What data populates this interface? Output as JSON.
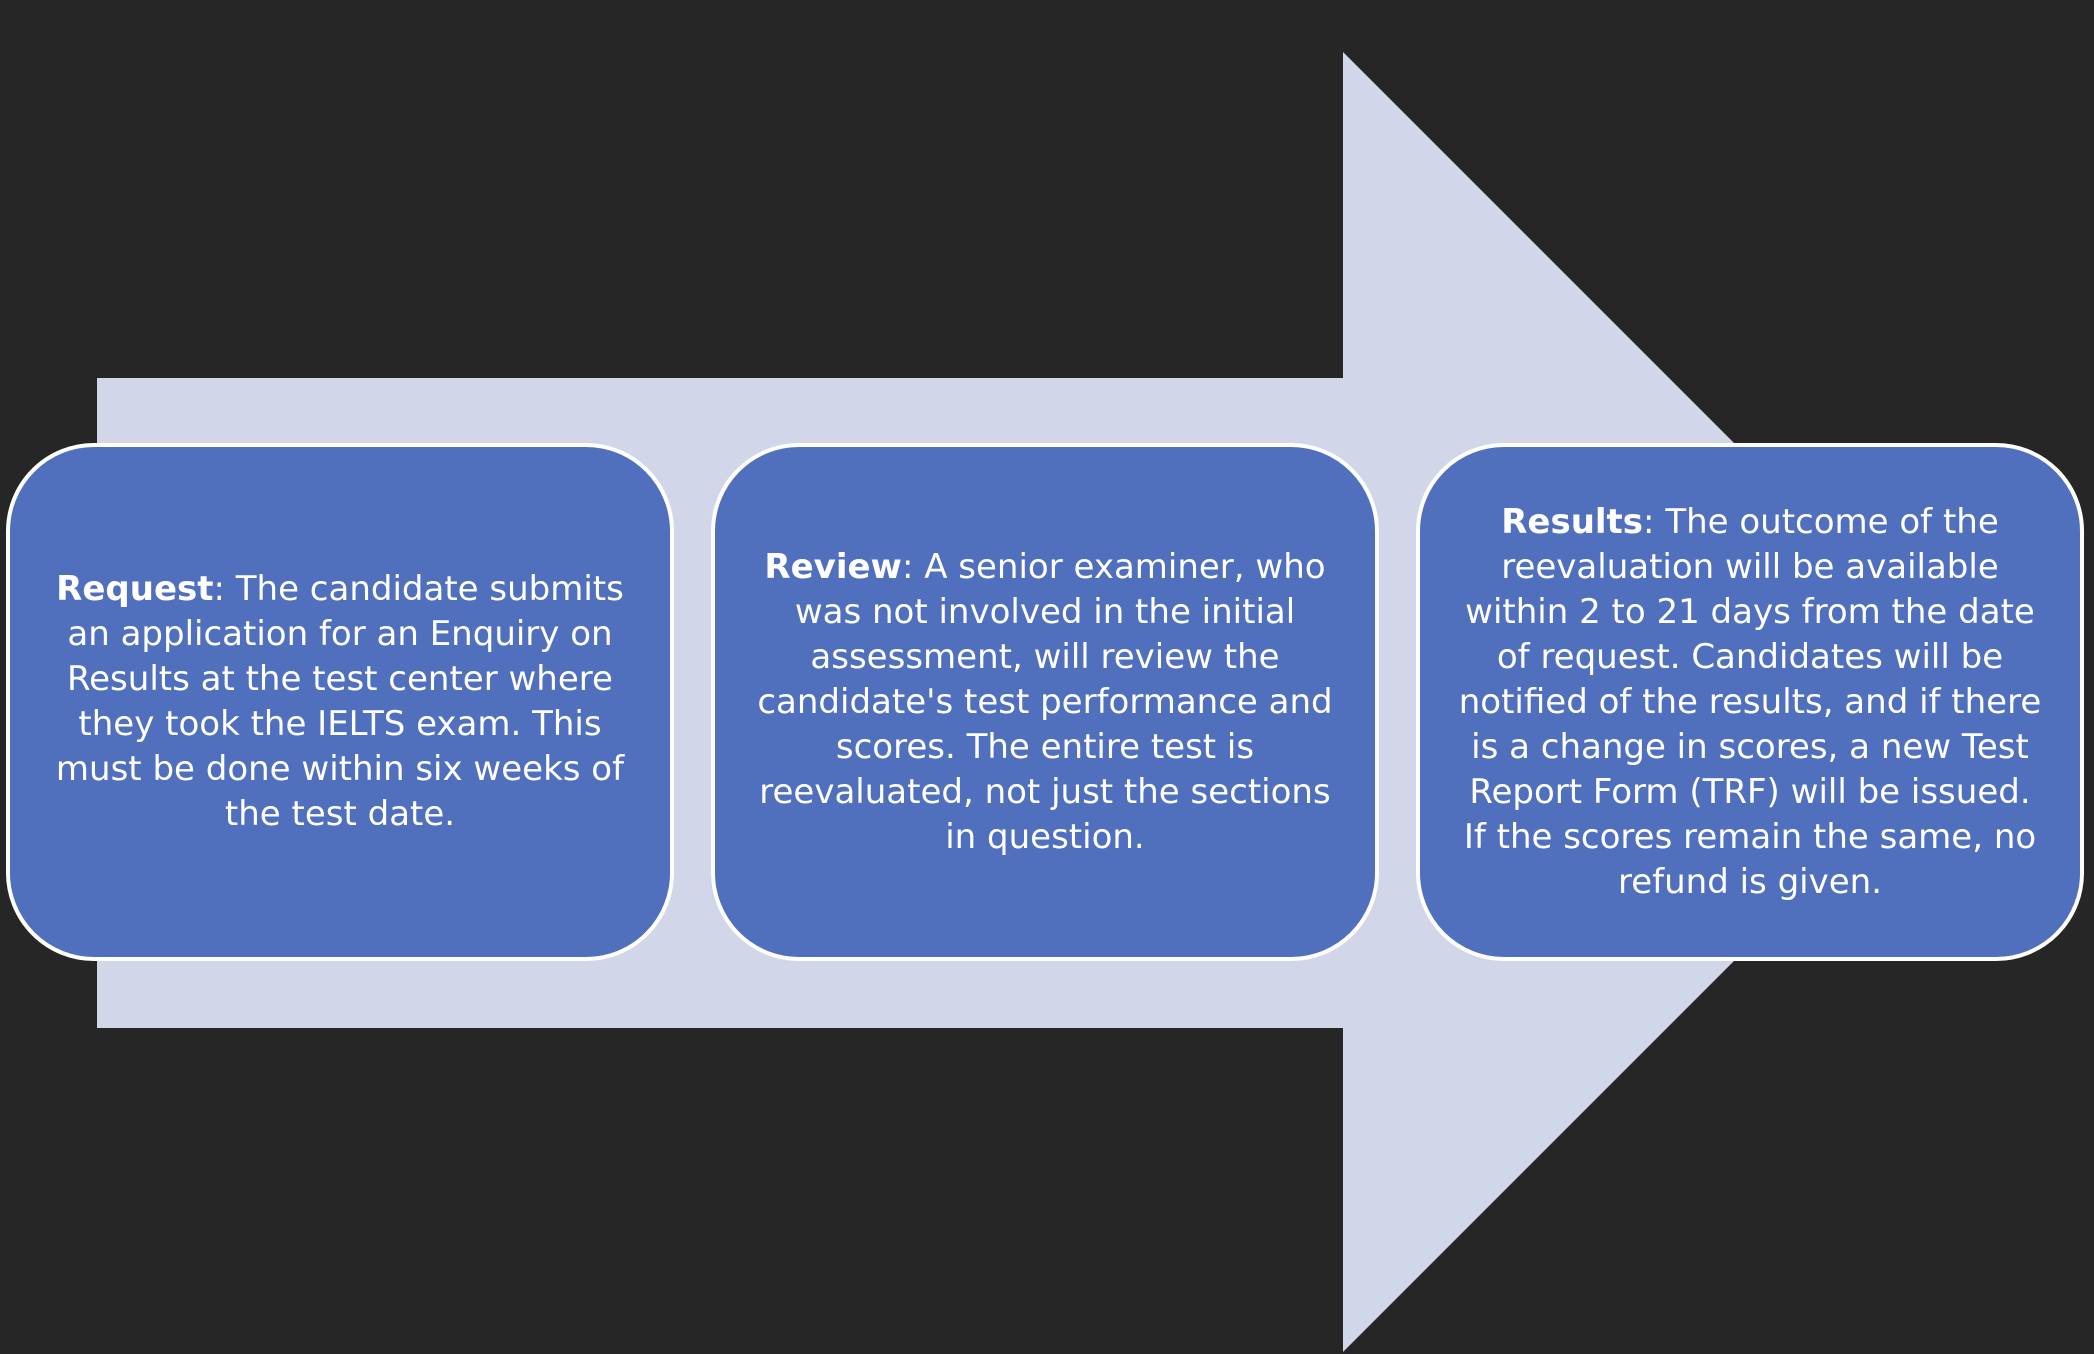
{
  "colors": {
    "background": "#262626",
    "arrow": "#D1D6E8",
    "box_fill": "#5070BE",
    "box_border": "#FFFFFF",
    "text": "#FFFFFF"
  },
  "steps": [
    {
      "title": "Request",
      "separator": ": ",
      "body": "The candidate submits an application for an Enquiry on Results at the test center where they took the IELTS exam. This must be done within six weeks of the test date."
    },
    {
      "title": "Review",
      "separator": ": ",
      "body": "A senior examiner, who was not involved in the initial assessment, will review the candidate's test performance and scores. The entire test is reevaluated, not just the sections in question."
    },
    {
      "title": "Results",
      "separator": ": ",
      "body": "The outcome of the reevaluation will be available within 2 to 21 days from the date of request. Candidates will be notified of the results, and if there is a change in scores, a new Test Report Form (TRF) will be issued. If the scores remain the same, no refund is given."
    }
  ]
}
